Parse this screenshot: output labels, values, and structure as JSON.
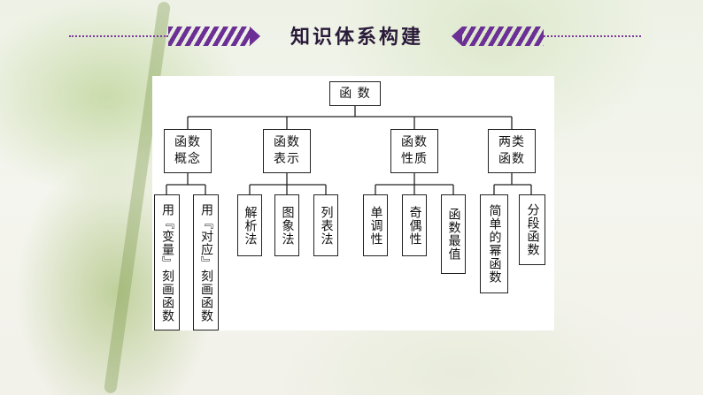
{
  "header": {
    "title": "知识体系构建"
  },
  "diagram": {
    "root": "函 数",
    "branches": [
      {
        "label": "函数\n概念",
        "leaves": [
          "用『变量』刻画函数",
          "用『对应』刻画函数"
        ]
      },
      {
        "label": "函数\n表示",
        "leaves": [
          "解析法",
          "图象法",
          "列表法"
        ]
      },
      {
        "label": "函数\n性质",
        "leaves": [
          "单调性",
          "奇偶性",
          "函数最值"
        ]
      },
      {
        "label": "两类\n函数",
        "leaves": [
          "简单的幂函数",
          "分段函数"
        ]
      }
    ]
  },
  "colors": {
    "accent": "#6b2f95",
    "line": "#222222"
  }
}
